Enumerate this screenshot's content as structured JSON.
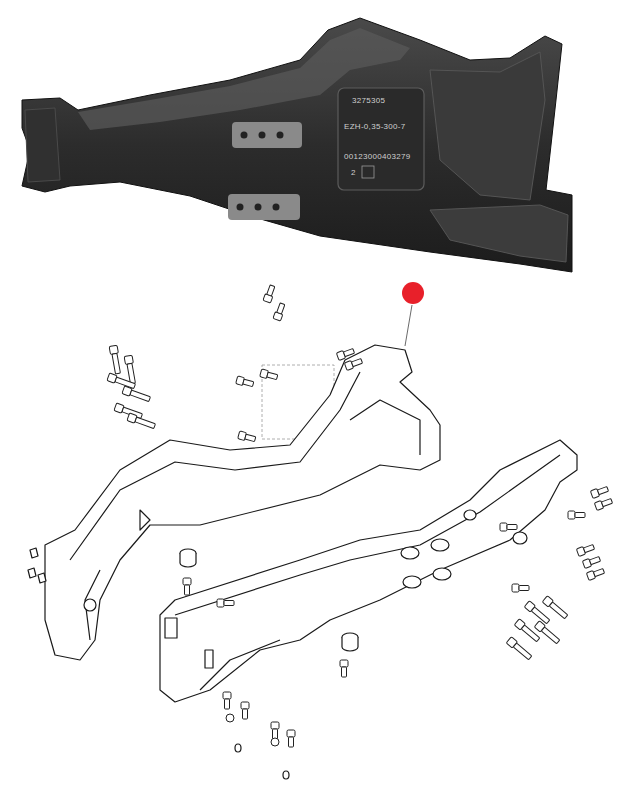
{
  "diagram": {
    "labels": [
      "3275305",
      "EZH-0,35-300-7",
      "00123000403279",
      "2"
    ]
  }
}
